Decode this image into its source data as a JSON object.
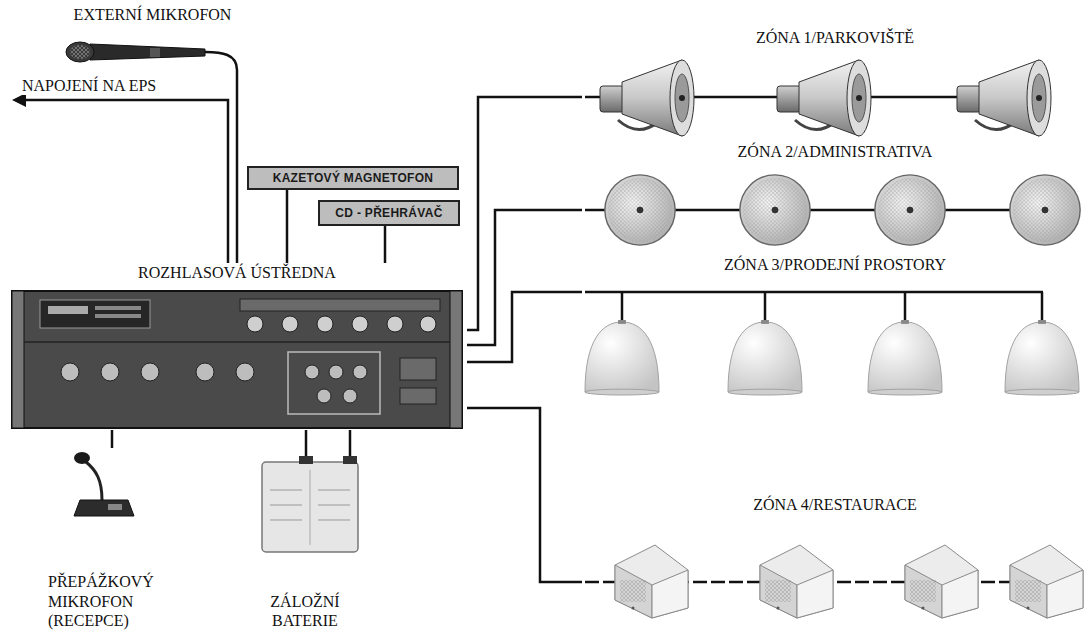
{
  "diagram": {
    "nodes": [
      {
        "text": [
          "EXTERNÍ MIKROFON"
        ]
      },
      {
        "text": [
          "KAZETOVÝ MAGNETOFON"
        ]
      },
      {
        "text": [
          "CD - PŘEHRÁVAČ"
        ]
      },
      {
        "text": [
          "ROZHLASOVÁ ÚSTŘEDNA"
        ]
      },
      {
        "text": [
          "ZÓNA 1/PARKOVIŠTĚ"
        ]
      },
      {
        "text": [
          "ZÓNA 2/ADMINISTRATIVA"
        ]
      },
      {
        "text": [
          "ZÓNA 3/PRODEJNÍ PROSTORY"
        ]
      },
      {
        "text": [
          "ZÓNA 4/RESTAURACE"
        ]
      },
      {
        "text": [
          "PŘEPÁŽKOVÝ MIKROFON (RECEPCE)"
        ]
      },
      {
        "text": [
          "ZÁLOŽNÍ BATERIE"
        ]
      }
    ],
    "edges": [
      {
        "from": 0,
        "to": 3,
        "arrow": "none"
      },
      {
        "from": 1,
        "to": 3,
        "arrow": "none"
      },
      {
        "from": 2,
        "to": 3,
        "arrow": "none"
      },
      {
        "from": 3,
        "to": 4,
        "arrow": "none"
      },
      {
        "from": 3,
        "to": 5,
        "arrow": "none"
      },
      {
        "from": 3,
        "to": 6,
        "arrow": "none"
      },
      {
        "from": 3,
        "to": 7,
        "arrow": "none"
      },
      {
        "from": 8,
        "to": 3,
        "arrow": "none"
      },
      {
        "from": 9,
        "to": 3,
        "arrow": "none"
      },
      {
        "from": 9,
        "to": 3,
        "arrow": "none"
      }
    ],
    "labels": [
      "NAPOJENÍ NA EPS"
    ]
  }
}
